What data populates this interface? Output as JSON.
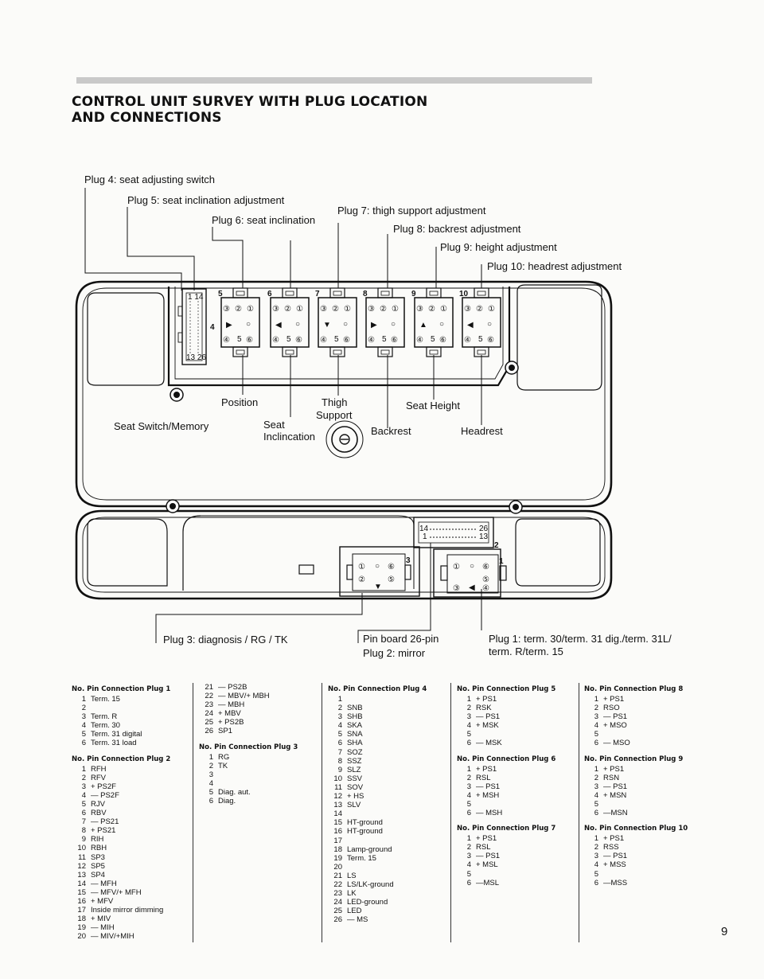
{
  "page": {
    "title_line1": "CONTROL UNIT SURVEY WITH PLUG LOCATION",
    "title_line2": "AND CONNECTIONS",
    "page_number": "9"
  },
  "diagram": {
    "callouts": {
      "plug4": "Plug 4: seat adjusting switch",
      "plug5": "Plug 5: seat inclination adjustment",
      "plug6": "Plug 6: seat inclination",
      "plug7": "Plug 7: thigh support adjustment",
      "plug8": "Plug 8: backrest adjustment",
      "plug9": "Plug 9: height adjustment",
      "plug10": "Plug 10: headrest adjustment",
      "plug3": "Plug 3: diagnosis / RG / TK",
      "pinboard": "Pin board 26-pin",
      "plug2": "Plug 2: mirror",
      "plug1_line1": "Plug 1: term. 30/term. 31 dig./term. 31L/",
      "plug1_line2": "term. R/term. 15"
    },
    "function_labels": {
      "seat_switch": "Seat Switch/Memory",
      "position": "Position",
      "seat_incl_1": "Seat",
      "seat_incl_2": "Inclincation",
      "thigh_1": "Thigh",
      "thigh_2": "Support",
      "backrest": "Backrest",
      "seat_height": "Seat Height",
      "headrest": "Headrest"
    },
    "connector_numbers": {
      "c5": "5",
      "c6": "6",
      "c7": "7",
      "c8": "8",
      "c9": "9",
      "c10": "10",
      "c4": "4",
      "c4_pin_top": "1 14",
      "c4_pin_bottom": "13 26",
      "pinboard_top": "14",
      "pinboard_top_end": "26",
      "pinboard_bottom": "1",
      "pinboard_bottom_end": "13",
      "c2": "2",
      "c3": "3",
      "c1": "1"
    },
    "pin_glyphs": {
      "p1": "①",
      "p2": "②",
      "p3": "③",
      "p4": "④",
      "p5": "⑤",
      "p6": "⑥",
      "small5": "5",
      "small_o": "○"
    },
    "arrows": {
      "up": "▲",
      "down": "▼",
      "left": "◀",
      "right": "▶"
    }
  },
  "tables": {
    "plug1": {
      "header": "No. Pin Connection Plug 1",
      "rows": [
        [
          "1",
          "Term. 15"
        ],
        [
          "2",
          ""
        ],
        [
          "3",
          "Term. R"
        ],
        [
          "4",
          "Term. 30"
        ],
        [
          "5",
          "Term. 31 digital"
        ],
        [
          "6",
          "Term. 31 load"
        ]
      ]
    },
    "plug2": {
      "header": "No. Pin Connection Plug 2",
      "rows": [
        [
          "1",
          "RFH"
        ],
        [
          "2",
          "RFV"
        ],
        [
          "3",
          "+ PS2F"
        ],
        [
          "4",
          "— PS2F"
        ],
        [
          "5",
          "RJV"
        ],
        [
          "6",
          "RBV"
        ],
        [
          "7",
          "— PS21"
        ],
        [
          "8",
          "+ PS21"
        ],
        [
          "9",
          "RIH"
        ],
        [
          "10",
          "RBH"
        ],
        [
          "11",
          "SP3"
        ],
        [
          "12",
          "SP5"
        ],
        [
          "13",
          "SP4"
        ],
        [
          "14",
          "— MFH"
        ],
        [
          "15",
          "— MFV/+ MFH"
        ],
        [
          "16",
          "+ MFV"
        ],
        [
          "17",
          "Inside mirror dimming"
        ],
        [
          "18",
          "+ MIV"
        ],
        [
          "19",
          "— MIH"
        ],
        [
          "20",
          "— MIV/+MIH"
        ],
        [
          "21",
          "— PS2B"
        ],
        [
          "22",
          "— MBV/+ MBH"
        ],
        [
          "23",
          "— MBH"
        ],
        [
          "24",
          "+ MBV"
        ],
        [
          "25",
          "+ PS2B"
        ],
        [
          "26",
          "SP1"
        ]
      ]
    },
    "plug3": {
      "header": "No. Pin Connection Plug 3",
      "rows": [
        [
          "1",
          "RG"
        ],
        [
          "2",
          "TK"
        ],
        [
          "3",
          ""
        ],
        [
          "4",
          ""
        ],
        [
          "5",
          "Diag. aut."
        ],
        [
          "6",
          "Diag."
        ]
      ]
    },
    "plug4": {
      "header": "No. Pin Connection Plug 4",
      "rows": [
        [
          "1",
          ""
        ],
        [
          "2",
          "SNB"
        ],
        [
          "3",
          "SHB"
        ],
        [
          "4",
          "SKA"
        ],
        [
          "5",
          "SNA"
        ],
        [
          "6",
          "SHA"
        ],
        [
          "7",
          "SOZ"
        ],
        [
          "8",
          "SSZ"
        ],
        [
          "9",
          "SLZ"
        ],
        [
          "10",
          "SSV"
        ],
        [
          "11",
          "SOV"
        ],
        [
          "12",
          "+ HS"
        ],
        [
          "13",
          "SLV"
        ],
        [
          "14",
          ""
        ],
        [
          "15",
          "HT-ground"
        ],
        [
          "16",
          "HT-ground"
        ],
        [
          "17",
          ""
        ],
        [
          "18",
          "Lamp-ground"
        ],
        [
          "19",
          "Term. 15"
        ],
        [
          "20",
          ""
        ],
        [
          "21",
          "LS"
        ],
        [
          "22",
          "LS/LK-ground"
        ],
        [
          "23",
          "LK"
        ],
        [
          "24",
          "LED-ground"
        ],
        [
          "25",
          "LED"
        ],
        [
          "26",
          "— MS"
        ]
      ]
    },
    "plug5": {
      "header": "No. Pin Connection Plug 5",
      "rows": [
        [
          "1",
          "+ PS1"
        ],
        [
          "2",
          "RSK"
        ],
        [
          "3",
          "— PS1"
        ],
        [
          "4",
          "+ MSK"
        ],
        [
          "5",
          ""
        ],
        [
          "6",
          "— MSK"
        ]
      ]
    },
    "plug6": {
      "header": "No. Pin Connection Plug 6",
      "rows": [
        [
          "1",
          "+ PS1"
        ],
        [
          "2",
          "RSL"
        ],
        [
          "3",
          "— PS1"
        ],
        [
          "4",
          "+ MSH"
        ],
        [
          "5",
          ""
        ],
        [
          "6",
          "— MSH"
        ]
      ]
    },
    "plug7": {
      "header": "No. Pin Connection Plug 7",
      "rows": [
        [
          "1",
          "+ PS1"
        ],
        [
          "2",
          "RSL"
        ],
        [
          "3",
          "— PS1"
        ],
        [
          "4",
          "+ MSL"
        ],
        [
          "5",
          ""
        ],
        [
          "6",
          "—MSL"
        ]
      ]
    },
    "plug8": {
      "header": "No. Pin Connection Plug 8",
      "rows": [
        [
          "1",
          "+ PS1"
        ],
        [
          "2",
          "RSO"
        ],
        [
          "3",
          "— PS1"
        ],
        [
          "4",
          "+ MSO"
        ],
        [
          "5",
          ""
        ],
        [
          "6",
          "— MSO"
        ]
      ]
    },
    "plug9": {
      "header": "No. Pin Connection Plug 9",
      "rows": [
        [
          "1",
          "+ PS1"
        ],
        [
          "2",
          "RSN"
        ],
        [
          "3",
          "— PS1"
        ],
        [
          "4",
          "+ MSN"
        ],
        [
          "5",
          ""
        ],
        [
          "6",
          "—MSN"
        ]
      ]
    },
    "plug10": {
      "header": "No. Pin Connection Plug 10",
      "rows": [
        [
          "1",
          "+ PS1"
        ],
        [
          "2",
          "RSS"
        ],
        [
          "3",
          "— PS1"
        ],
        [
          "4",
          "+ MSS"
        ],
        [
          "5",
          ""
        ],
        [
          "6",
          "—MSS"
        ]
      ]
    }
  }
}
